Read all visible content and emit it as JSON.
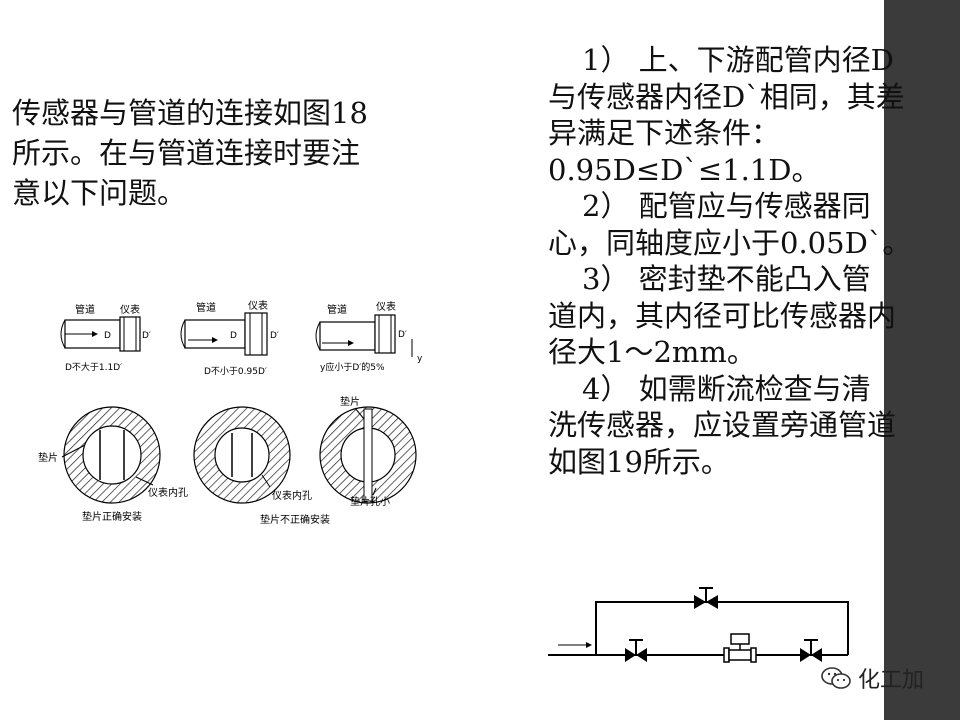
{
  "left_paragraph": [
    "传感器与管道的连接如图18",
    "所示。在与管道连接时要注",
    "意以下问题。"
  ],
  "right_paragraph": [
    "1） 上、下游配管内径D",
    "与传感器内径D`相同，其差",
    "异满足下述条件：",
    "0.95D≤D`≤1.1D。",
    "2） 配管应与传感器同",
    "心，同轴度应小于0.05D`。",
    "3） 密封垫不能凸入管",
    "道内，其内径可比传感器内",
    "径大1～2mm。",
    "4） 如需断流检查与清",
    "洗传感器，应设置旁通管道",
    "如图19所示。"
  ],
  "figure18": {
    "pipe_label": "管道",
    "meter_label": "仪表",
    "d_label": "D",
    "d_prime_label": "D′",
    "caption_1": "D不大于1.1D′",
    "caption_2": "D不小于0.95D′",
    "caption_3": "y应小于D′的5%",
    "y_label": "y",
    "gasket_label": "垫片",
    "meter_bore_label": "仪表内孔",
    "gasket_hole_small": "垫片孔小",
    "correct_caption": "垫片正确安装",
    "incorrect_caption": "垫片不正确安装"
  },
  "watermark": {
    "icon": "wechat-icon",
    "text": "化工加"
  },
  "colors": {
    "side_bar": "#3b3b3b",
    "hatch": "#222222"
  }
}
